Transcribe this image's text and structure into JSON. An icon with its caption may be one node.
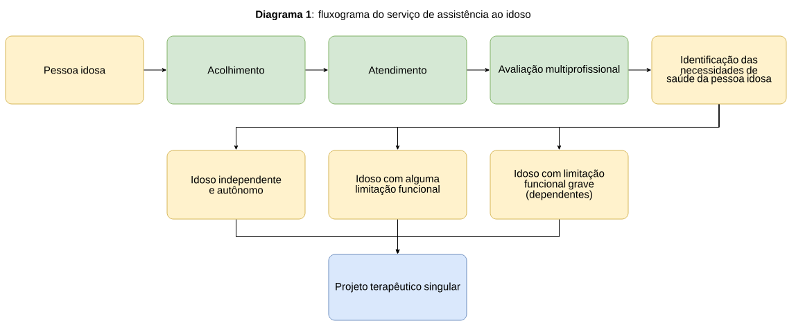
{
  "diagram": {
    "title": "**Diagrama 1**: fluxograma do serviço de assistência ao idoso",
    "nodes": [
      {
        "text": [
          "Pessoa idosa"
        ]
      },
      {
        "text": [
          "Acolhimento"
        ]
      },
      {
        "text": [
          "Atendimento"
        ]
      },
      {
        "text": [
          "Avaliação multiprofissional"
        ]
      },
      {
        "text": [
          "Identificação das necessidades de saúde da pessoa idosa"
        ]
      },
      {
        "text": [
          "Idoso independente e autônomo"
        ]
      },
      {
        "text": [
          "Idoso com alguma limitação funcional"
        ]
      },
      {
        "text": [
          "Idoso com limitação funcional grave (dependentes)"
        ]
      },
      {
        "text": [
          "Projeto terapêutico singular"
        ]
      }
    ],
    "edges": [
      {
        "from": 0,
        "to": 1,
        "arrow": "to"
      },
      {
        "from": 1,
        "to": 2,
        "arrow": "to"
      },
      {
        "from": 2,
        "to": 3,
        "arrow": "to"
      },
      {
        "from": 3,
        "to": 4,
        "arrow": "to"
      },
      {
        "from": 4,
        "to": 5,
        "arrow": "to"
      },
      {
        "from": 4,
        "to": 6,
        "arrow": "to"
      },
      {
        "from": 4,
        "to": 7,
        "arrow": "to"
      },
      {
        "from": 5,
        "to": 8,
        "arrow": "to"
      },
      {
        "from": 6,
        "to": 8,
        "arrow": "to"
      },
      {
        "from": 7,
        "to": 8,
        "arrow": "to"
      }
    ]
  }
}
